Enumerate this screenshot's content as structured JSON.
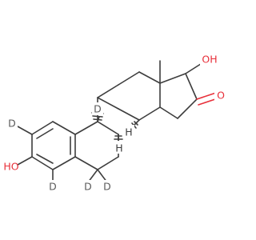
{
  "molecule": {
    "atom_labels": {
      "deuterium": "D",
      "hydrogen": "H",
      "hydroxyl": "HO",
      "hydroxyl_right": "OH",
      "oxygen": "O"
    },
    "colors": {
      "bond": "#3d3d3d",
      "oxygen": "#e8303a",
      "deuterium": "#5a5a5a",
      "background": "#ffffff"
    }
  }
}
